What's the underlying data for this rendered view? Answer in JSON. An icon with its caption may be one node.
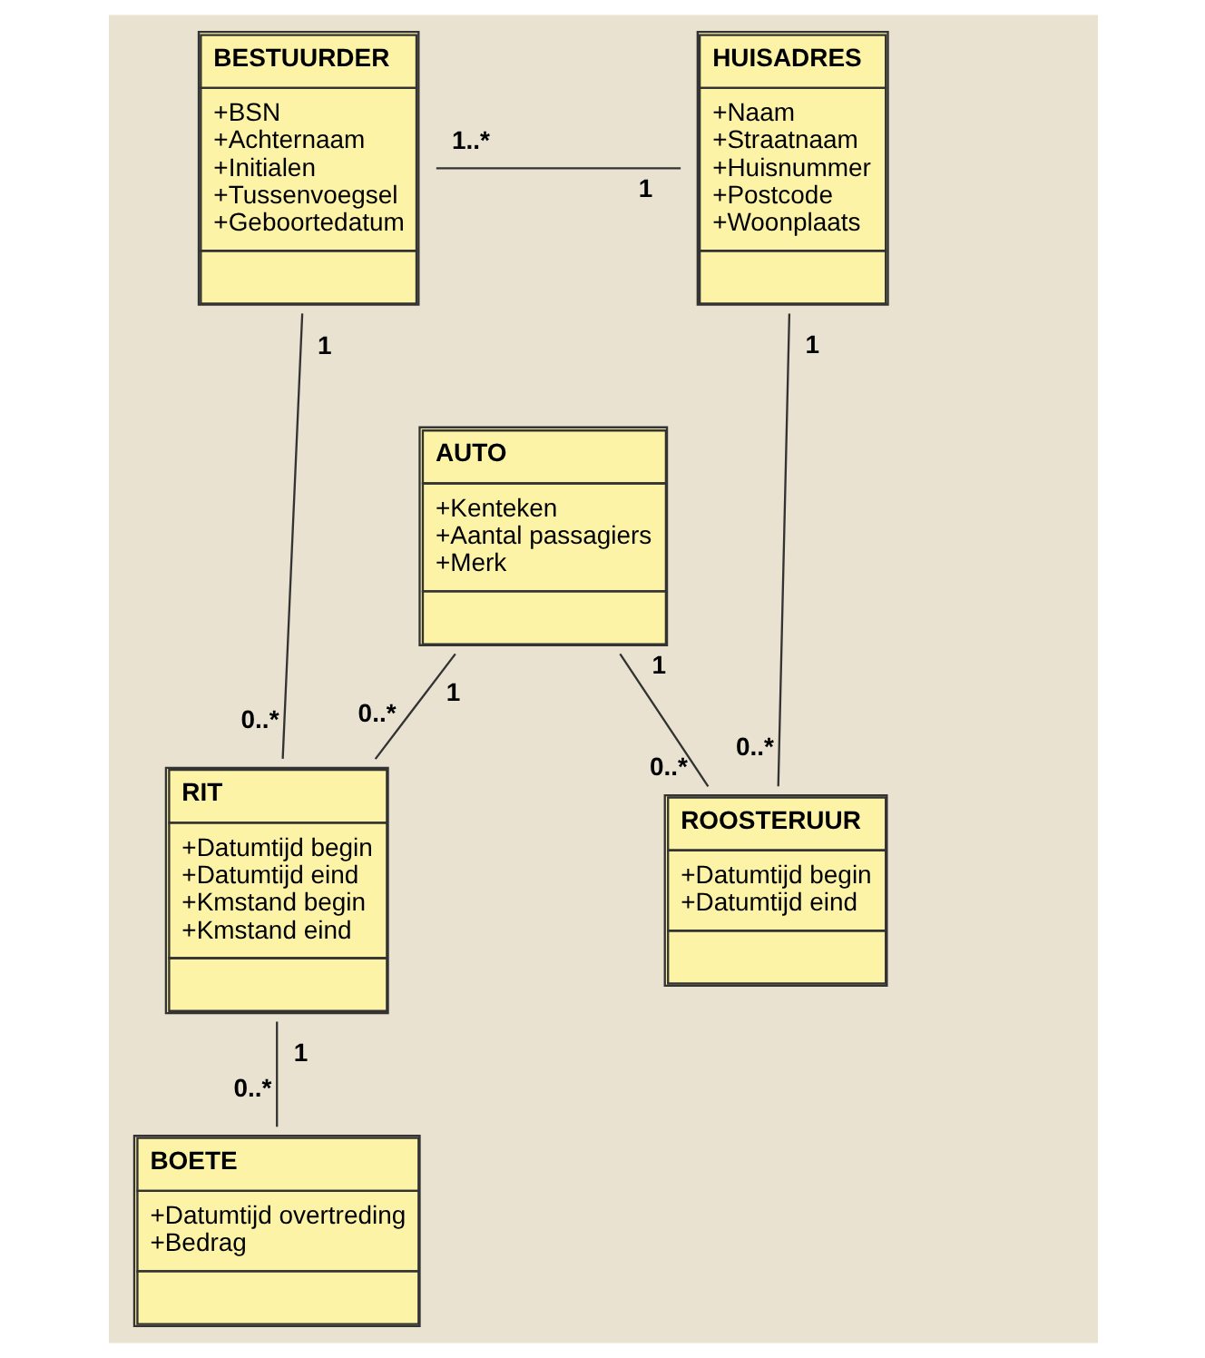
{
  "diagram": {
    "nodes": [
      {
        "text": [
          "BESTUURDER",
          "+BSN",
          "+Achternaam",
          "+Initialen",
          "+Tussenvoegsel",
          "+Geboortedatum"
        ]
      },
      {
        "text": [
          "HUISADRES",
          "+Naam",
          "+Straatnaam",
          "+Huisnummer",
          "+Postcode",
          "+Woonplaats"
        ]
      },
      {
        "text": [
          "AUTO",
          "+Kenteken",
          "+Aantal passagiers",
          "+Merk"
        ]
      },
      {
        "text": [
          "RIT",
          "+Datumtijd begin",
          "+Datumtijd eind",
          "+Kmstand begin",
          "+Kmstand eind"
        ]
      },
      {
        "text": [
          "ROOSTERUUR",
          "+Datumtijd begin",
          "+Datumtijd eind"
        ]
      },
      {
        "text": [
          "BOETE",
          "+Datumtijd overtreding",
          "+Bedrag"
        ]
      }
    ],
    "edges": [
      {
        "from": 0,
        "to": 1,
        "arrow": "none"
      },
      {
        "from": 0,
        "to": 3,
        "arrow": "none"
      },
      {
        "from": 2,
        "to": 3,
        "arrow": "none"
      },
      {
        "from": 2,
        "to": 4,
        "arrow": "none"
      },
      {
        "from": 1,
        "to": 4,
        "arrow": "none"
      },
      {
        "from": 3,
        "to": 5,
        "arrow": "none"
      }
    ],
    "labels": [
      "1",
      "1..*",
      "1",
      "1",
      "1",
      "1",
      "0..*",
      "0..*",
      "0..*",
      "0..*",
      "1",
      "0..*"
    ]
  }
}
